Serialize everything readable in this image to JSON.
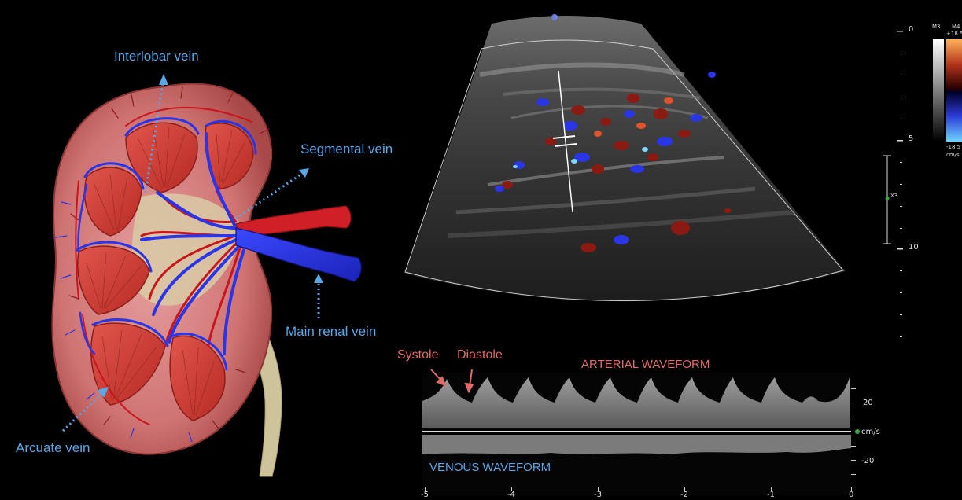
{
  "kidney_labels": {
    "interlobar": "Interlobar vein",
    "segmental": "Segmental vein",
    "main_renal": "Main renal vein",
    "arcuate": "Arcuate vein"
  },
  "doppler": {
    "systole": "Systole",
    "diastole": "Diastole",
    "arterial": "ARTERIAL WAVEFORM",
    "venous": "VENOUS WAVEFORM",
    "scale_top": "20",
    "scale_unit": "cm/s",
    "scale_bottom": "-20",
    "time_ticks": [
      "-5",
      "-4",
      "-3",
      "-2",
      "-1",
      "0"
    ]
  },
  "ultrasound": {
    "depth_ticks": [
      "0",
      "5",
      "10"
    ],
    "focus_label": "X3",
    "colorbar_label_left": "M3",
    "colorbar_label_right": "M4",
    "colorbar_top": "+18.5",
    "colorbar_bottom": "-18.5",
    "colorbar_unit": "cm/s"
  },
  "colors": {
    "label_blue": "#5aa7e6",
    "label_red": "#e06b6b",
    "vein": "#2b35e8",
    "artery": "#c8161d",
    "kidney_cortex": "#c96a6a",
    "ureter": "#cfc39a"
  }
}
